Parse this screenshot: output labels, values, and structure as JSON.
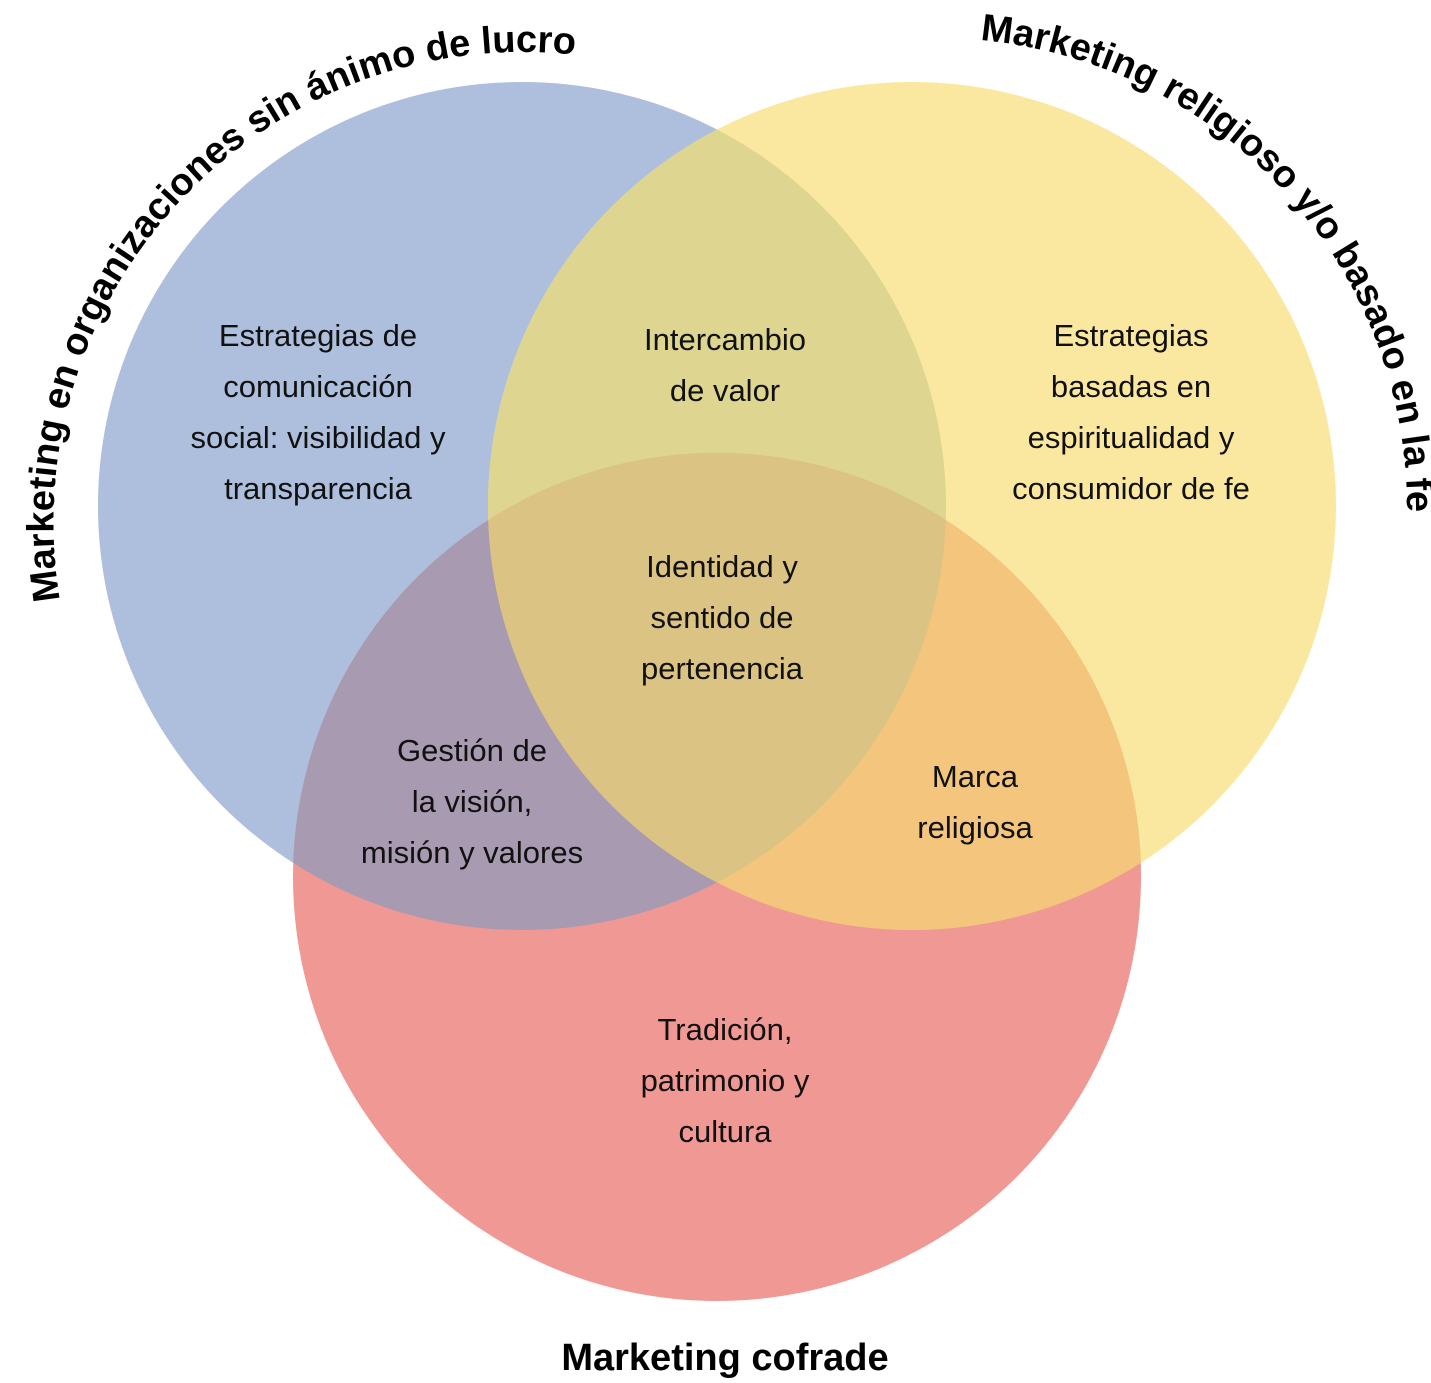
{
  "diagram": {
    "type": "venn-3",
    "sets": [
      {
        "id": "nonprofit",
        "title": "Marketing en organizaciones sin ánimo de lucro",
        "color": "#adbfdc"
      },
      {
        "id": "religious",
        "title": "Marketing religioso y/o basado en la fe",
        "color": "#fbe8a0"
      },
      {
        "id": "cofrade",
        "title": "Marketing cofrade",
        "color": "#f09894"
      }
    ],
    "overlap_colors": {
      "nonprofit_religious": "#ddd590",
      "nonprofit_cofrade": "#a89ab0",
      "religious_cofrade": "#f4c57c",
      "all": "#dbc483"
    },
    "regions": [
      {
        "id": "nonprofit-only",
        "lines": [
          "Estrategias de",
          "comunicación",
          "social: visibilidad y",
          "transparencia"
        ]
      },
      {
        "id": "nonprofit-religious",
        "lines": [
          "Intercambio",
          "de valor"
        ]
      },
      {
        "id": "religious-only",
        "lines": [
          "Estrategias",
          "basadas en",
          "espiritualidad y",
          "consumidor de fe"
        ]
      },
      {
        "id": "all-three",
        "lines": [
          "Identidad y",
          "sentido de",
          "pertenencia"
        ]
      },
      {
        "id": "nonprofit-cofrade",
        "lines": [
          "Gestión de",
          "la visión,",
          "misión y valores"
        ]
      },
      {
        "id": "religious-cofrade",
        "lines": [
          "Marca",
          "religiosa"
        ]
      },
      {
        "id": "cofrade-only",
        "lines": [
          "Tradición,",
          "patrimonio y",
          "cultura"
        ]
      }
    ]
  }
}
